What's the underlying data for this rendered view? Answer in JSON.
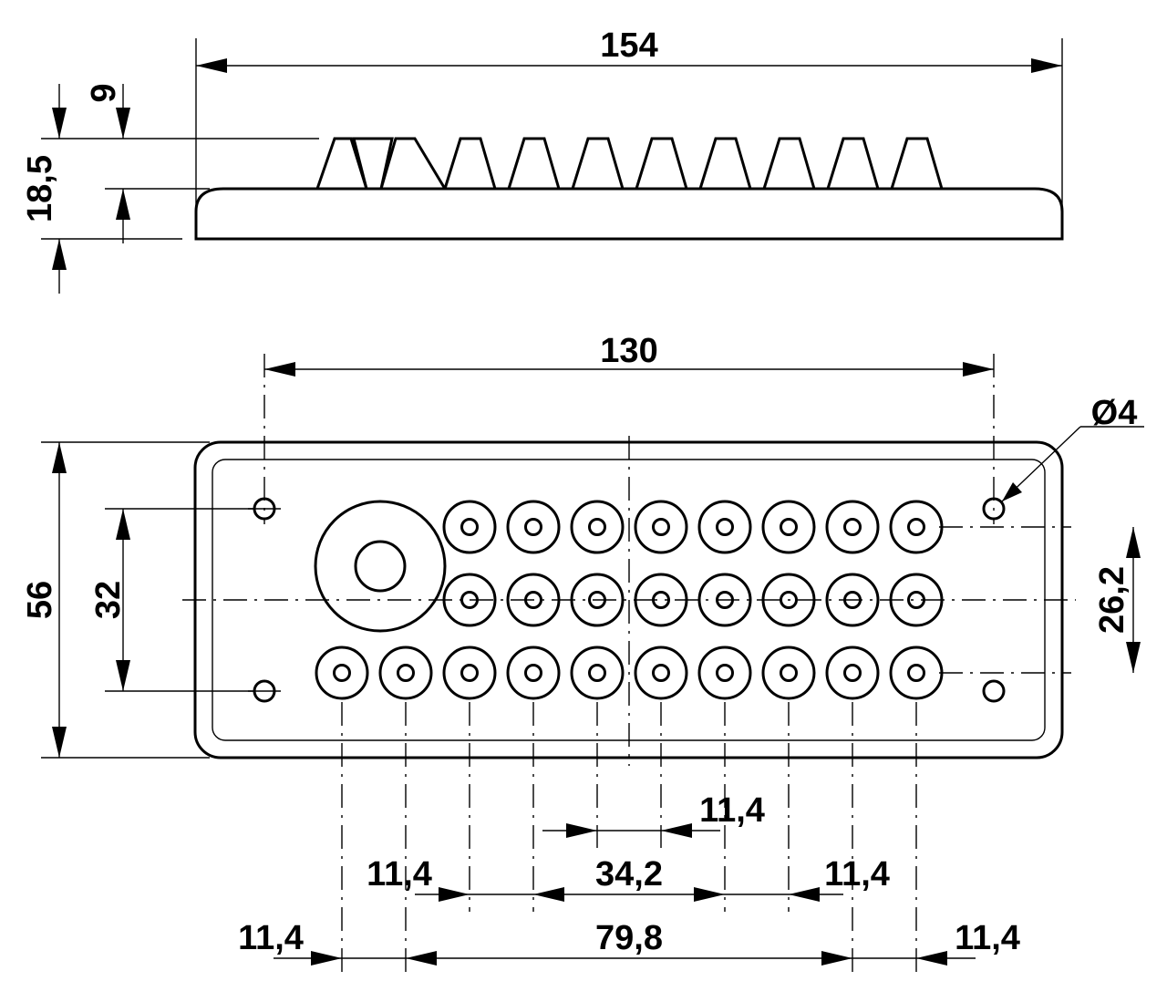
{
  "dimensions": {
    "overall_length": "154",
    "total_height": "18,5",
    "base_height": "9",
    "hole_spacing_horizontal": "130",
    "overall_width": "56",
    "hole_spacing_vertical": "32",
    "row_spacing": "26,2",
    "hole_diameter": "Ø4",
    "pitch_center_top": "11,4",
    "span_center": "34,2",
    "pitch_mid_left": "11,4",
    "pitch_mid_right": "11,4",
    "pitch_bottom_left": "11,4",
    "span_bottom": "79,8",
    "pitch_bottom_right": "11,4"
  }
}
